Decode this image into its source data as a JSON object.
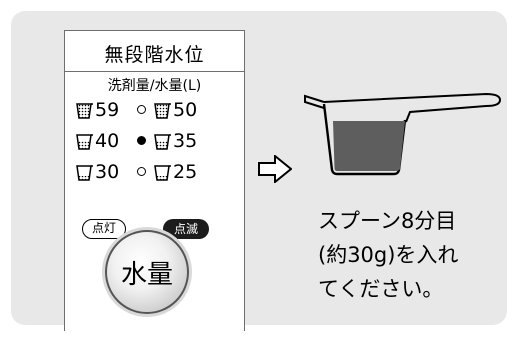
{
  "panel": {
    "title": "無段階水位",
    "subtitle": "洗剤量/水量(L)",
    "rows": [
      {
        "left": "59",
        "right": "50",
        "indicator": "off"
      },
      {
        "left": "40",
        "right": "35",
        "indicator": "on"
      },
      {
        "left": "30",
        "right": "25",
        "indicator": "off"
      }
    ],
    "legend_light": "点灯",
    "legend_blink": "点滅",
    "button_label": "水量"
  },
  "instruction": {
    "line1": "スプーン8分目",
    "line2": "(約30g)を入れ",
    "line3": "てください。"
  }
}
